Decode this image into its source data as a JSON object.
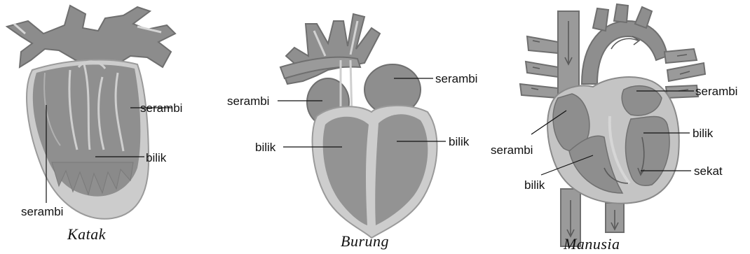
{
  "panels": [
    {
      "caption": "Katak",
      "labels": {
        "atrium_right": "serambi",
        "ventricle": "bilik",
        "atrium_left": "serambi"
      }
    },
    {
      "caption": "Burung",
      "labels": {
        "atrium_right": "serambi",
        "atrium_left": "serambi",
        "ventricle_left": "bilik",
        "ventricle_right": "bilik"
      }
    },
    {
      "caption": "Manusia",
      "labels": {
        "atrium_top": "serambi",
        "ventricle_right": "bilik",
        "septum": "sekat",
        "atrium_left": "serambi",
        "ventricle_left": "bilik"
      }
    }
  ],
  "colors": {
    "tissue_dark": "#8c8c8c",
    "tissue_mid": "#a3a3a3",
    "tissue_light": "#c9c9c9",
    "outline": "#6f6f6f",
    "leader_line": "#111111"
  }
}
